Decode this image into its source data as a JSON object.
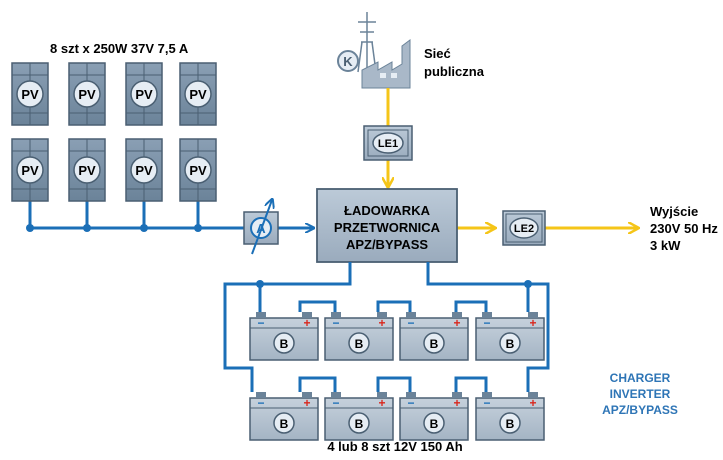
{
  "pv": {
    "array_label": "8 szt x 250W 37V 7,5 A",
    "module_label": "PV",
    "count": 8
  },
  "grid": {
    "icon_letter": "K",
    "label_line1": "Sieć",
    "label_line2": "publiczna"
  },
  "meters": {
    "le1": "LE1",
    "le2": "LE2",
    "ammeter": "A"
  },
  "charger": {
    "line1": "ŁADOWARKA",
    "line2": "PRZETWORNICA",
    "line3": "APZ/BYPASS"
  },
  "output": {
    "line1": "Wyjście",
    "line2": "230V 50 Hz",
    "line3": "3 kW"
  },
  "battery": {
    "label": "B",
    "minus": "−",
    "plus": "+",
    "bank_label": "4 lub 8 szt 12V 150 Ah",
    "count": 8
  },
  "caption": {
    "line1": "CHARGER",
    "line2": "INVERTER",
    "line3": "APZ/BYPASS"
  },
  "colors": {
    "dc_wire": "#1b6fb7",
    "ac_wire": "#f5c518",
    "box_fill": "#a9b8c8",
    "box_stroke": "#4a5f72",
    "caption": "#2e75b6"
  }
}
